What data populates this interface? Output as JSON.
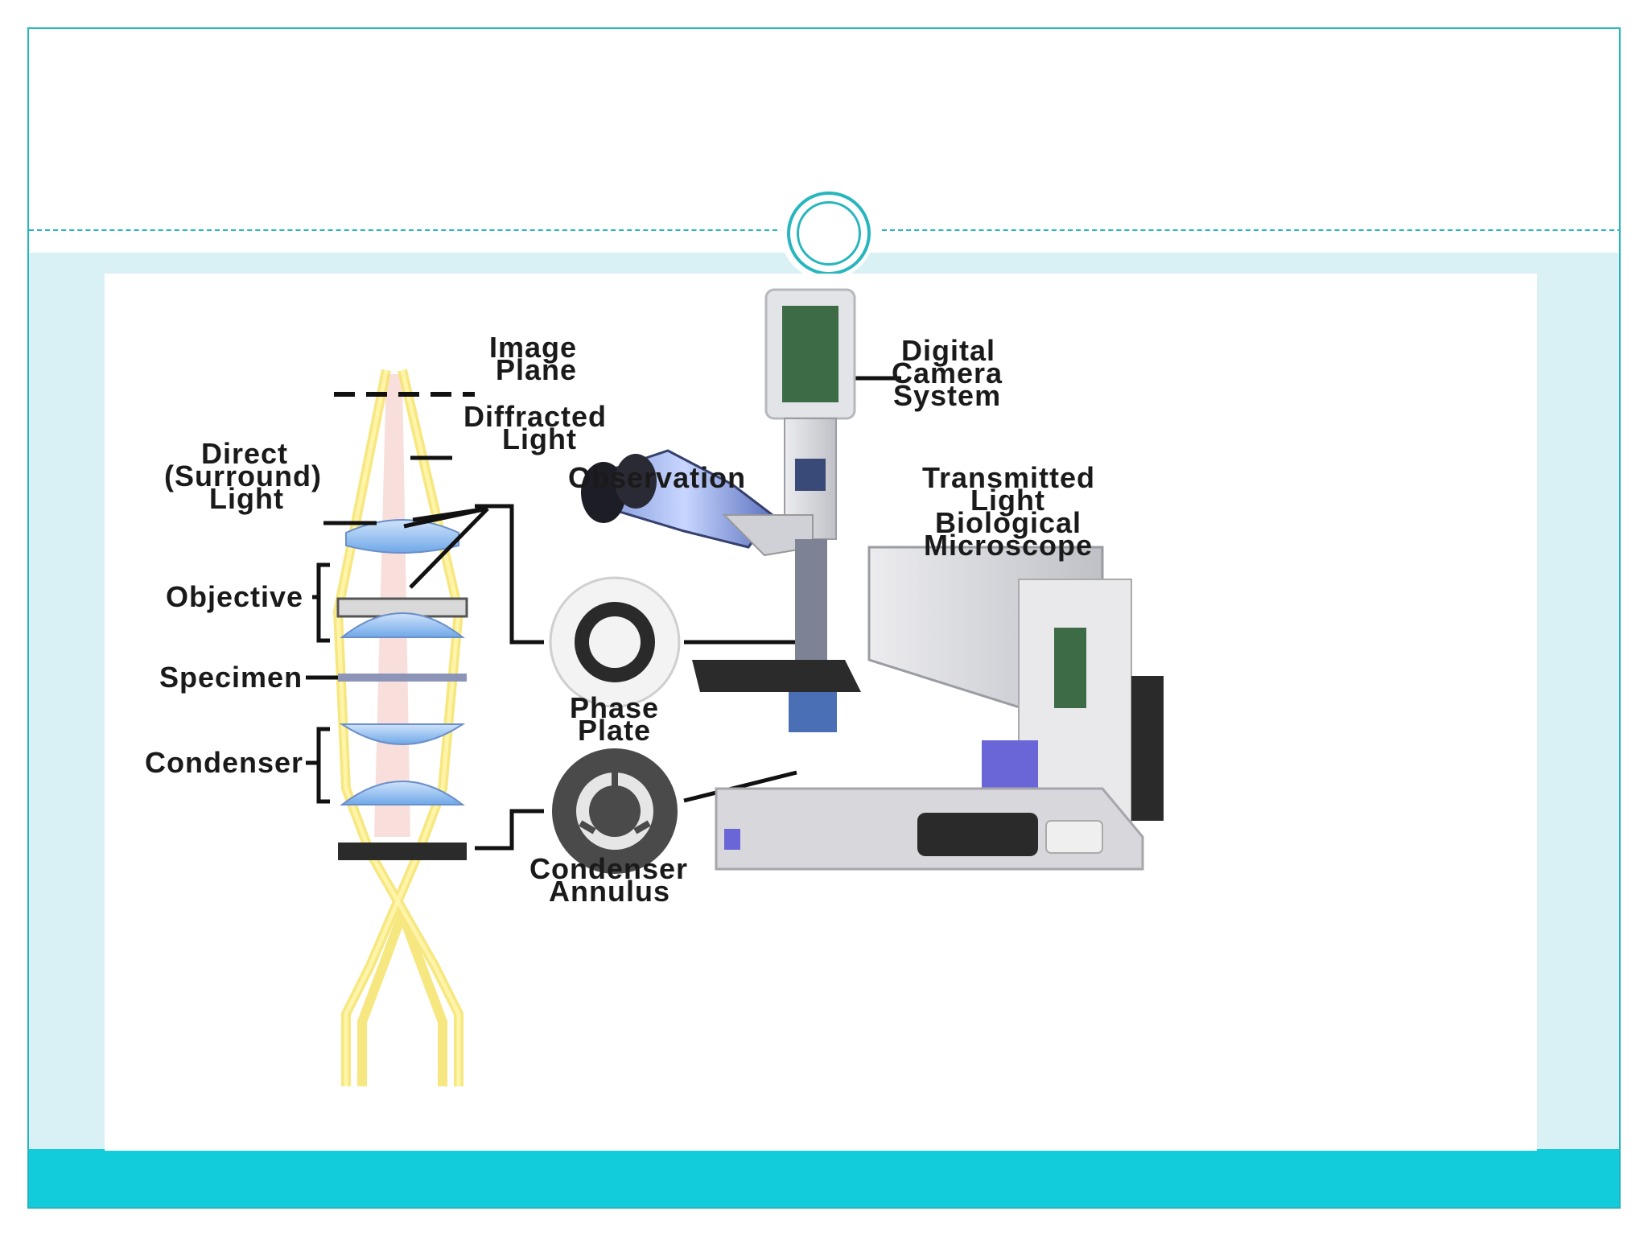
{
  "slide": {
    "theme_colors": {
      "accent": "#27b6bd",
      "band": "#d9f1f5",
      "footer": "#12ccdc"
    }
  },
  "diagram": {
    "labels": {
      "image_plane": [
        "Image",
        "Plane"
      ],
      "diffracted_light": [
        "Diffracted",
        "Light"
      ],
      "direct_light": [
        "Direct",
        "(Surround)",
        "Light"
      ],
      "objective": "Objective",
      "specimen": "Specimen",
      "condenser": "Condenser",
      "observation": "Observation",
      "phase_plate": [
        "Phase",
        "Plate"
      ],
      "condenser_annulus": [
        "Condenser",
        "Annulus"
      ],
      "digital_camera": [
        "Digital",
        "Camera",
        "System"
      ],
      "microscope": [
        "Transmitted",
        "Light",
        "Biological",
        "Microscope"
      ]
    }
  }
}
